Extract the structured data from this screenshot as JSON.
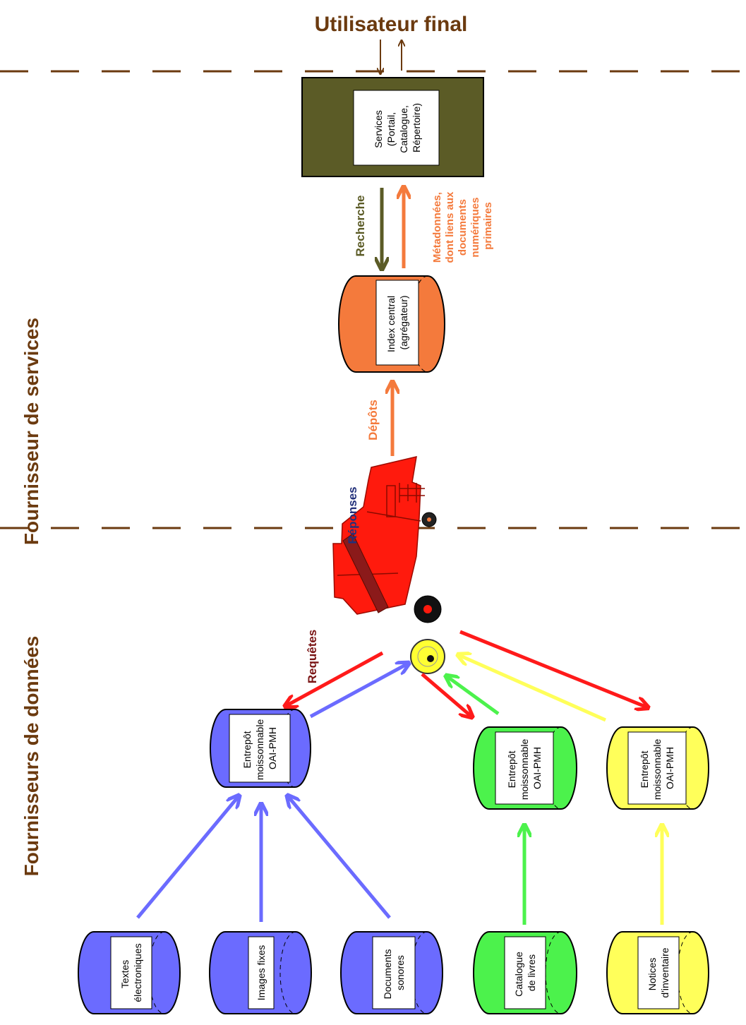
{
  "top_label": "Utilisateur final",
  "left_labels": {
    "services": "Fournisseur de services",
    "donnees": "Fournisseurs de données"
  },
  "services_box": {
    "lines": [
      "Services",
      "(Portail,",
      "Catalogue,",
      "Répertoire)"
    ]
  },
  "central_index": {
    "lines": [
      "Index central",
      "(agrégateur)"
    ]
  },
  "arrow_labels": {
    "recherche": "Recherche",
    "metadonnees": [
      "Métadonnées,",
      "dont liens aux",
      "documents",
      "numériques",
      "primaires"
    ],
    "depots": "Dépôts",
    "requetes": "Requêtes",
    "reponses": "Réponses"
  },
  "repositories": [
    {
      "id": "blue",
      "lines": [
        "Entrepôt",
        "moissonnable",
        "OAI-PMH"
      ]
    },
    {
      "id": "green",
      "lines": [
        "Entrepôt",
        "moissonnable",
        "OAI-PMH"
      ]
    },
    {
      "id": "yellow",
      "lines": [
        "Entrepôt",
        "moissonnable",
        "OAI-PMH"
      ]
    }
  ],
  "sources": [
    {
      "id": "textes",
      "lines": [
        "Textes",
        "électroniques"
      ]
    },
    {
      "id": "images",
      "lines": [
        "Images fixes"
      ]
    },
    {
      "id": "documents",
      "lines": [
        "Documents",
        "sonores"
      ]
    },
    {
      "id": "catalogue",
      "lines": [
        "Catalogue",
        "de livres"
      ]
    },
    {
      "id": "notices",
      "lines": [
        "Notices",
        "d'inventaire"
      ]
    }
  ],
  "colors": {
    "brown": "#6b3a0f",
    "olive": "#5b5b26",
    "orange": "#f47a3c",
    "blue": "#6b6bff",
    "green": "#4cf24c",
    "yellow": "#ffff5a",
    "red": "#ff1a1a",
    "darkred": "#7a1414",
    "navy": "#22307a",
    "machine_red": "#ff1a0d"
  }
}
